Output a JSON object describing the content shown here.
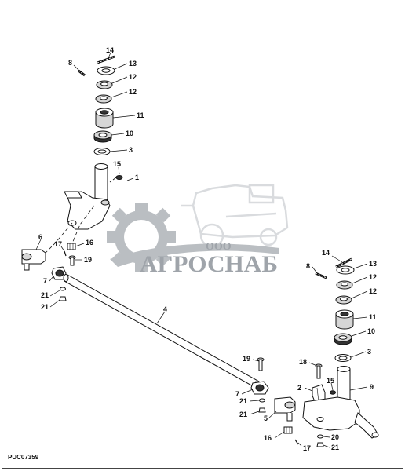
{
  "figure_code": "PUC07359",
  "watermark": {
    "company_prefix": "ООО",
    "company_name": "АГРОСНАБ",
    "colors": {
      "gear": "#b7bbbf",
      "text": "#9aa0a6",
      "machine": "#d7dadd"
    }
  },
  "callouts": {
    "left_kingpin": {
      "c14": "14",
      "c8": "8",
      "c13": "13",
      "c12a": "12",
      "c12b": "12",
      "c11": "11",
      "c10": "10",
      "c3": "3",
      "c15": "15",
      "c1": "1"
    },
    "left_tie_rod_end": {
      "c6": "6",
      "c16": "16",
      "c17": "17",
      "c19": "19",
      "c7": "7",
      "c21a": "21",
      "c21b": "21"
    },
    "tie_rod": {
      "c4": "4"
    },
    "right_tie_rod_end": {
      "c19": "19",
      "c7": "7",
      "c21a": "21",
      "c21b": "21",
      "c5": "5",
      "c16": "16",
      "c17": "17"
    },
    "right_kingpin": {
      "c14": "14",
      "c8": "8",
      "c13": "13",
      "c12a": "12",
      "c12b": "12",
      "c11": "11",
      "c10": "10",
      "c3": "3",
      "c18": "18",
      "c2": "2",
      "c15": "15",
      "c9": "9",
      "c20": "20",
      "c21": "21"
    }
  }
}
